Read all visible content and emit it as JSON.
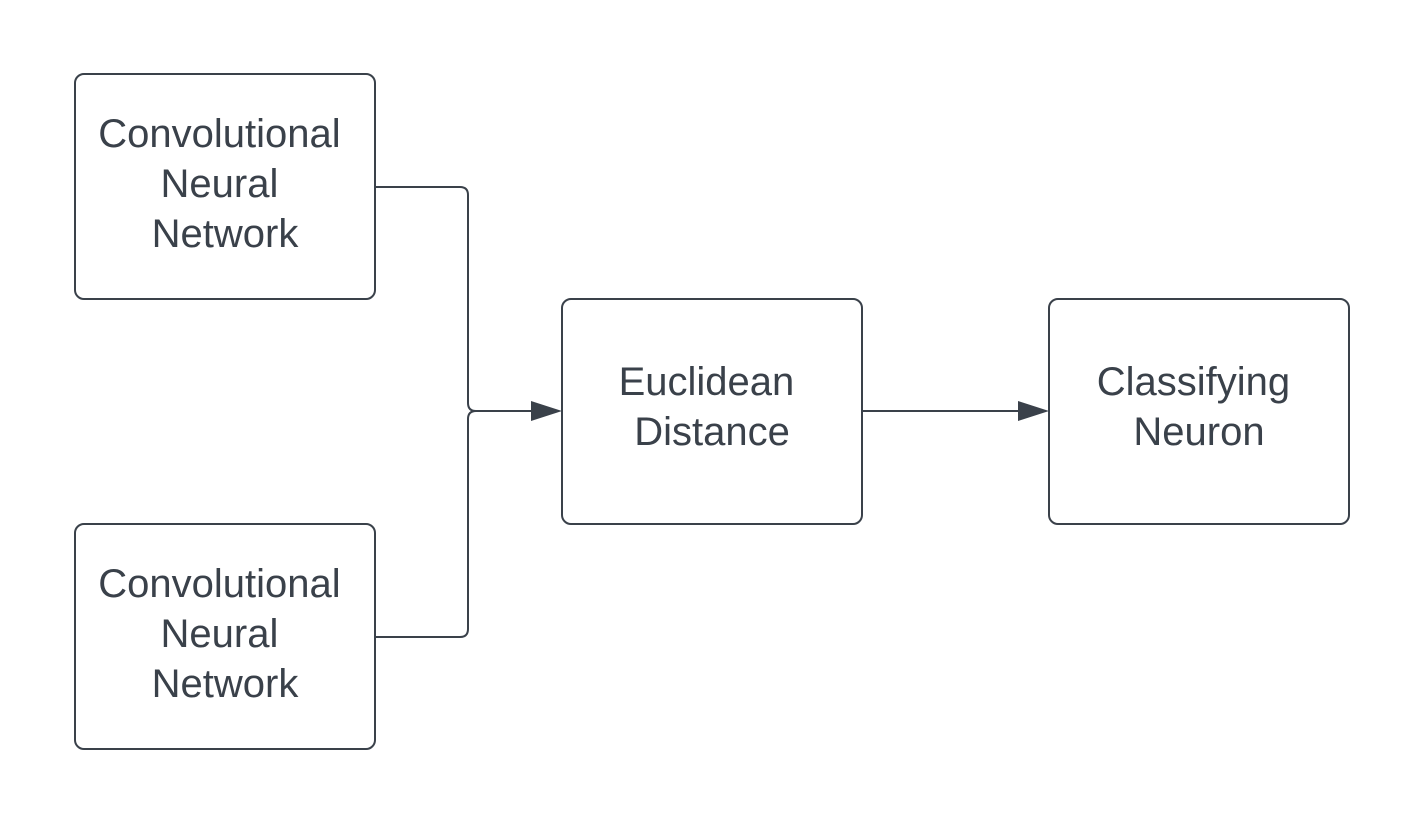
{
  "diagram": {
    "colors": {
      "stroke": "#3a414a",
      "text": "#3a414a",
      "background": "#ffffff"
    },
    "nodes": [
      {
        "id": "cnn-top",
        "lines": [
          "Convolutional",
          "Neural",
          "Network"
        ]
      },
      {
        "id": "cnn-bottom",
        "lines": [
          "Convolutional",
          "Neural",
          "Network"
        ]
      },
      {
        "id": "euclidean-distance",
        "lines": [
          "Euclidean",
          "Distance"
        ]
      },
      {
        "id": "classifying-neuron",
        "lines": [
          "Classifying",
          "Neuron"
        ]
      }
    ],
    "edges": [
      {
        "from": "cnn-top",
        "to": "euclidean-distance"
      },
      {
        "from": "cnn-bottom",
        "to": "euclidean-distance"
      },
      {
        "from": "euclidean-distance",
        "to": "classifying-neuron"
      }
    ]
  }
}
